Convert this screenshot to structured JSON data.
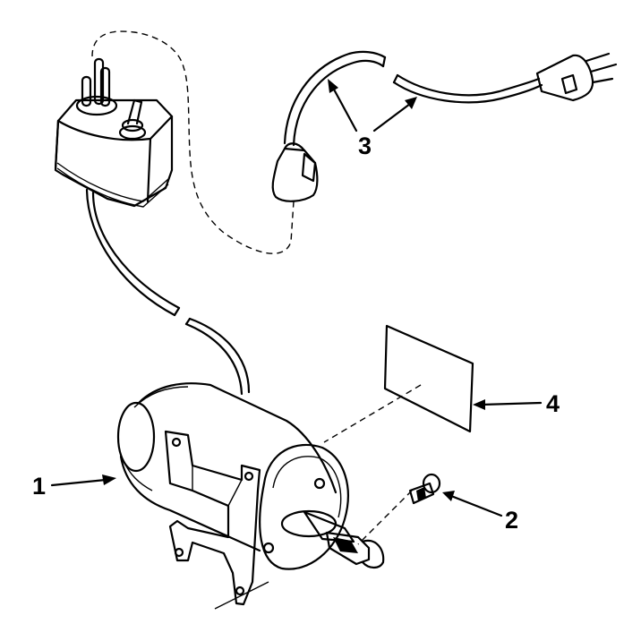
{
  "callouts": {
    "item1": "1",
    "item2": "2",
    "item3": "3",
    "item4": "4"
  }
}
